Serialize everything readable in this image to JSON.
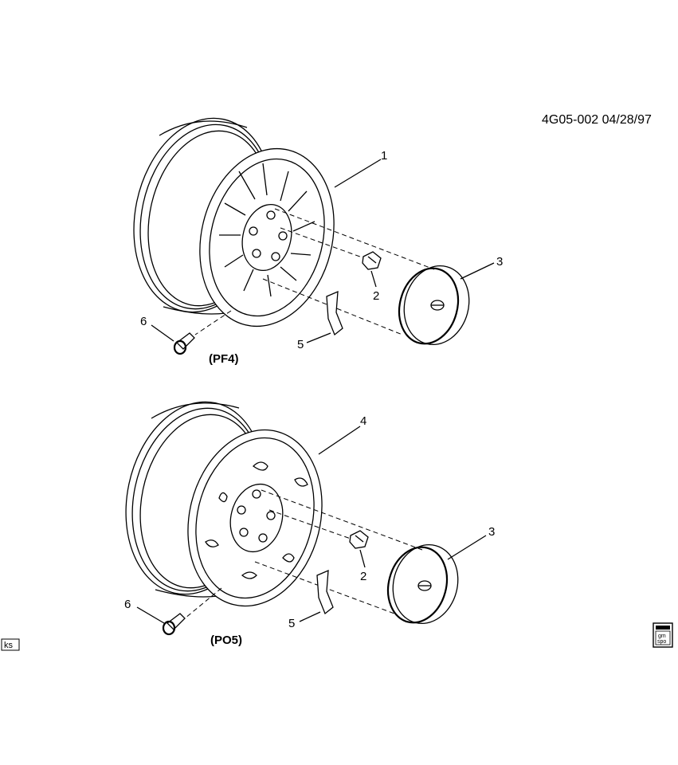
{
  "header": {
    "reference": "4G05-002  04/28/97"
  },
  "top_assembly": {
    "option_code": "(PF4)",
    "callouts": {
      "wheel": "1",
      "nut": "2",
      "cap": "3",
      "weight": "5",
      "valve": "6"
    }
  },
  "bottom_assembly": {
    "option_code": "(PO5)",
    "callouts": {
      "wheel": "4",
      "nut": "2",
      "cap": "3",
      "weight": "5",
      "valve": "6"
    }
  },
  "corner_marks": {
    "left": "ks",
    "right_top": "gm",
    "right_bottom": "spo"
  }
}
